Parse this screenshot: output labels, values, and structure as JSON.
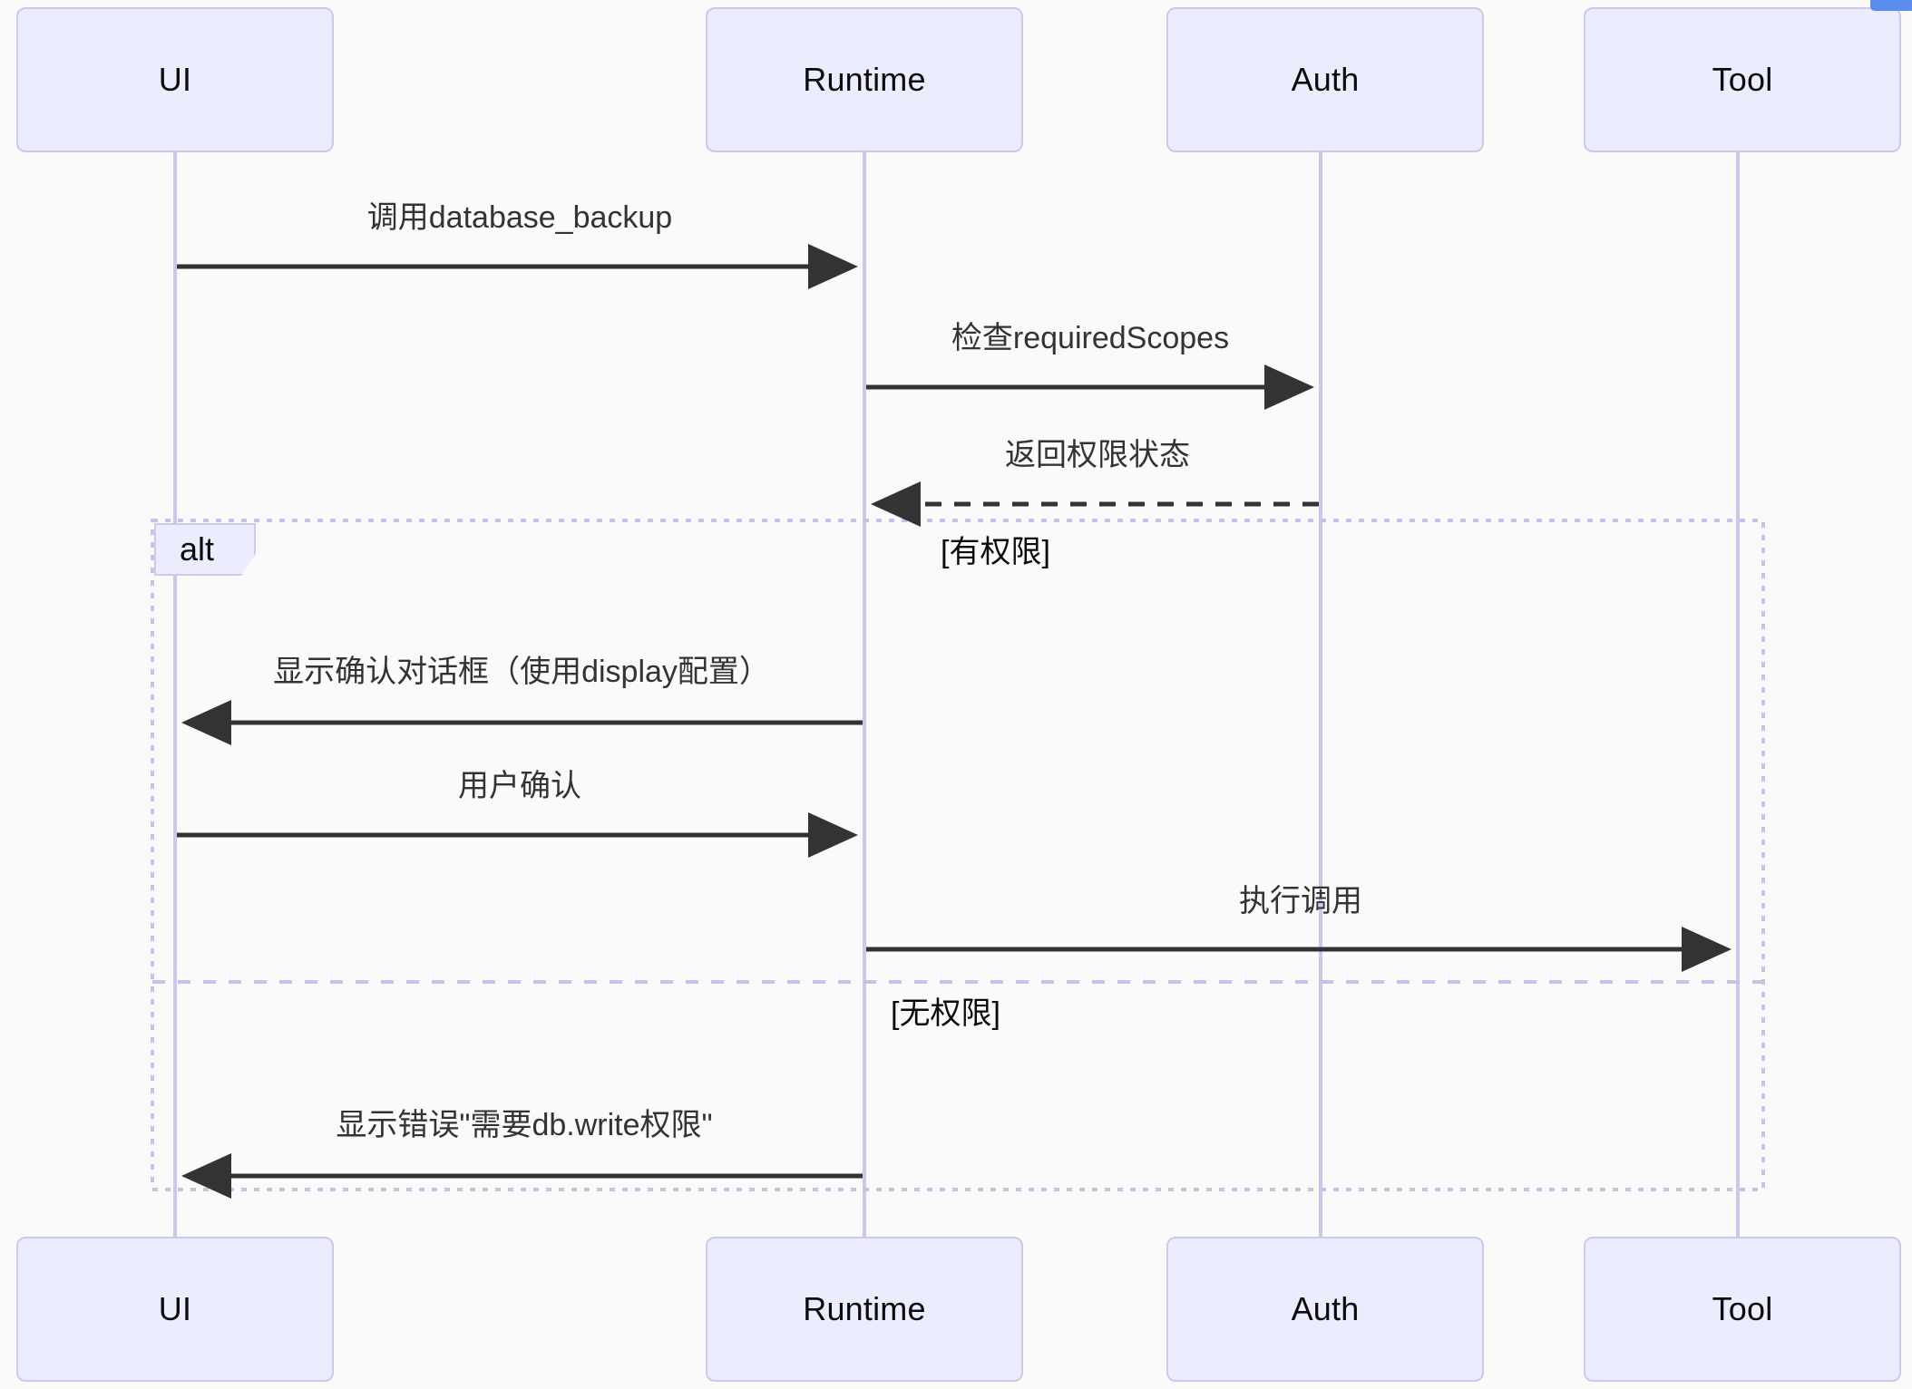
{
  "diagram": {
    "type": "sequence-diagram",
    "title": "",
    "colors": {
      "actor_fill": "#ECECFF",
      "actor_stroke": "#CDC8EC",
      "lifeline": "#CFC6EE",
      "arrow": "#333333",
      "frame": "#C9C0EA",
      "background": "#FAFAFA",
      "chip": "#5B8DEF"
    },
    "participants": [
      {
        "id": "ui",
        "label": "UI"
      },
      {
        "id": "runtime",
        "label": "Runtime"
      },
      {
        "id": "auth",
        "label": "Auth"
      },
      {
        "id": "tool",
        "label": "Tool"
      }
    ],
    "messages": [
      {
        "from": "ui",
        "to": "runtime",
        "label": "调用database_backup",
        "style": "solid",
        "arrow": "filled"
      },
      {
        "from": "runtime",
        "to": "auth",
        "label": "检查requiredScopes",
        "style": "solid",
        "arrow": "filled"
      },
      {
        "from": "auth",
        "to": "runtime",
        "label": "返回权限状态",
        "style": "dashed",
        "arrow": "filled"
      },
      {
        "from": "runtime",
        "to": "ui",
        "label": "显示确认对话框（使用display配置）",
        "style": "solid",
        "arrow": "filled"
      },
      {
        "from": "ui",
        "to": "runtime",
        "label": "用户确认",
        "style": "solid",
        "arrow": "filled"
      },
      {
        "from": "runtime",
        "to": "tool",
        "label": "执行调用",
        "style": "solid",
        "arrow": "filled"
      },
      {
        "from": "runtime",
        "to": "ui",
        "label": "显示错误\"需要db.write权限\"",
        "style": "solid",
        "arrow": "filled"
      }
    ],
    "fragment": {
      "keyword": "alt",
      "branches": [
        {
          "condition": "[有权限]"
        },
        {
          "condition": "[无权限]"
        }
      ]
    }
  }
}
